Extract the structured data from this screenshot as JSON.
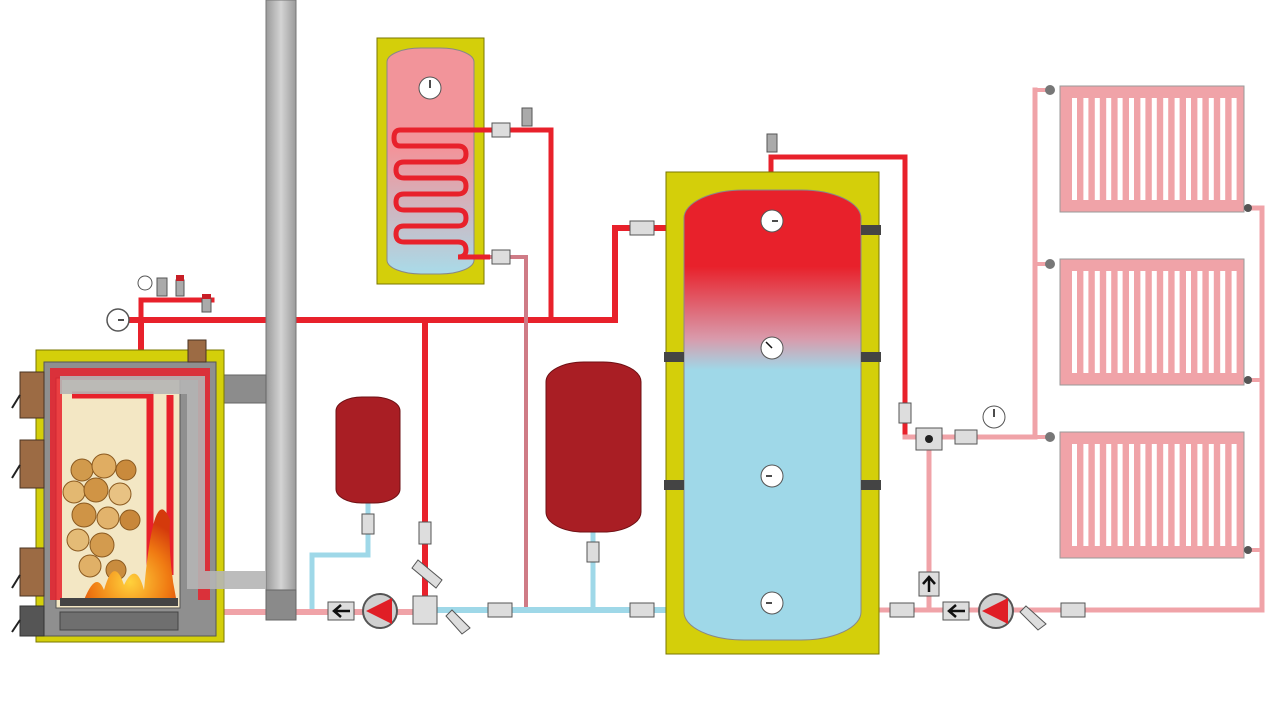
{
  "diagram": {
    "kind": "heating-system-schematic",
    "components": [
      "solid-fuel-boiler",
      "chimney",
      "indirect-water-heater",
      "expansion-tank-small",
      "expansion-tank-large",
      "buffer-tank",
      "radiator-top",
      "radiator-middle",
      "radiator-bottom",
      "circulation-pump-boiler",
      "circulation-pump-radiators",
      "three-way-mixing-valve"
    ],
    "colors": {
      "hot": "#e8212b",
      "warm": "#f0a3a8",
      "cold": "#9fd8e8",
      "insulation": "#d4cf0a",
      "steel": "#a6a6a6",
      "tank_red": "#a91e24"
    }
  }
}
